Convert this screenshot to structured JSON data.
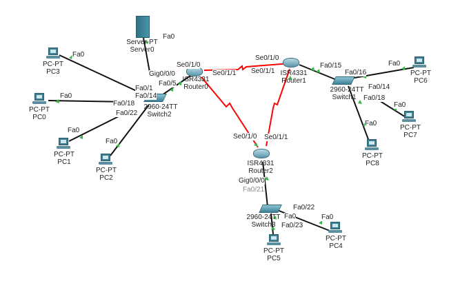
{
  "colors": {
    "ethernet": "#111111",
    "serial": "#ff0000",
    "port_up": "#3bb54a"
  },
  "nodes": {
    "server0": {
      "type": "Server-PT",
      "name": "Server0"
    },
    "pc3": {
      "type": "PC-PT",
      "name": "PC3"
    },
    "pc0": {
      "type": "PC-PT",
      "name": "PC0"
    },
    "pc1": {
      "type": "PC-PT",
      "name": "PC1"
    },
    "pc2": {
      "type": "PC-PT",
      "name": "PC2"
    },
    "switch2": {
      "type": "2960-24TT",
      "name": "Switch2"
    },
    "router0": {
      "type": "ISR4331",
      "name": "Router0"
    },
    "router1": {
      "type": "ISR4331",
      "name": "Router1"
    },
    "switch1": {
      "type": "2960-24TT",
      "name": "Switch1"
    },
    "pc6": {
      "type": "PC-PT",
      "name": "PC6"
    },
    "pc7": {
      "type": "PC-PT",
      "name": "PC7"
    },
    "pc8": {
      "type": "PC-PT",
      "name": "PC8"
    },
    "router2": {
      "type": "ISR4331",
      "name": "Router2"
    },
    "switch3": {
      "type": "2960-24TT",
      "name": "Switch3"
    },
    "pc5": {
      "type": "PC-PT",
      "name": "PC5"
    },
    "pc4": {
      "type": "PC-PT",
      "name": "PC4"
    }
  },
  "ports": [
    "Fa0",
    "Fa0",
    "Fa0",
    "Fa0",
    "Fa0",
    "Gig0/0/0",
    "Fa0/5",
    "Fa0/1",
    "Fa0/14",
    "Fa0/18",
    "Fa0/22",
    "Se0/1/0",
    "Se0/1/1",
    "Se0/1/0",
    "Se0/1/1",
    "Fa0/15",
    "Fa0/16",
    "Fa0/14",
    "Fa0/18",
    "Fa0",
    "Fa0",
    "Fa0",
    "Se0/1/0",
    "Se0/1/1",
    "Gig0/0/0",
    "Fa0/21",
    "Fa0/22",
    "Fa0",
    "Fa0/23",
    "Fa0"
  ]
}
